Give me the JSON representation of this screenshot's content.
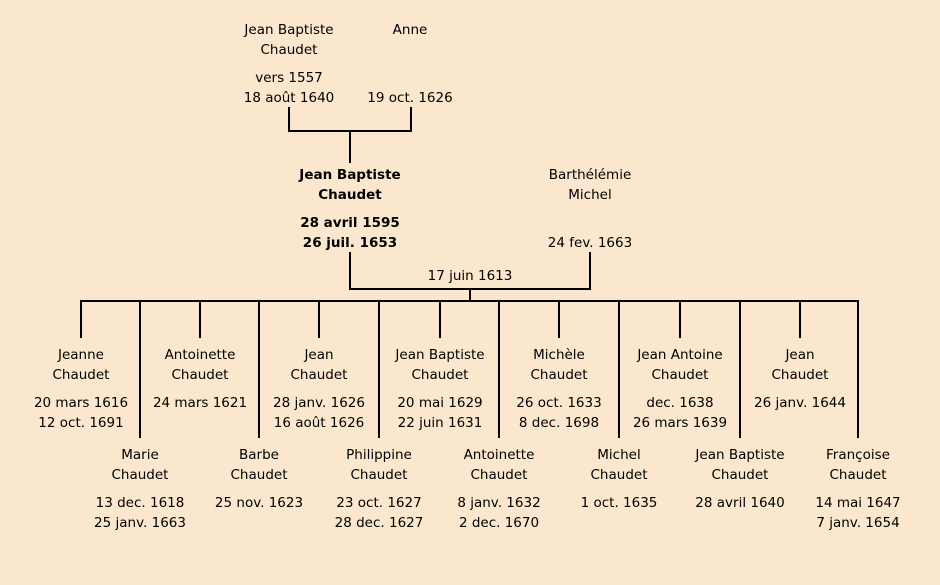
{
  "colors": {
    "background": "#fbe7cd",
    "line": "#000000",
    "text": "#000000"
  },
  "gen1": {
    "father": {
      "name1": "Jean Baptiste",
      "name2": "Chaudet",
      "birth": "vers 1557",
      "death": "18 août 1640"
    },
    "mother": {
      "name1": "Anne",
      "name2": "",
      "birth": "",
      "death": "19 oct. 1626"
    }
  },
  "gen2": {
    "father": {
      "name1": "Jean Baptiste",
      "name2": "Chaudet",
      "birth": "28 avril 1595",
      "death": "26 juil. 1653"
    },
    "mother": {
      "name1": "Barthélémie",
      "name2": "Michel",
      "birth": "",
      "death": "24 fev. 1663"
    },
    "marriage": "17 juin 1613"
  },
  "children_upper": [
    {
      "name1": "Jeanne",
      "name2": "Chaudet",
      "birth": "20 mars 1616",
      "death": "12 oct. 1691"
    },
    {
      "name1": "Antoinette",
      "name2": "Chaudet",
      "birth": "24 mars 1621",
      "death": ""
    },
    {
      "name1": "Jean",
      "name2": "Chaudet",
      "birth": "28 janv. 1626",
      "death": "16 août 1626"
    },
    {
      "name1": "Jean Baptiste",
      "name2": "Chaudet",
      "birth": "20 mai 1629",
      "death": "22 juin 1631"
    },
    {
      "name1": "Michèle",
      "name2": "Chaudet",
      "birth": "26 oct. 1633",
      "death": "8 dec. 1698"
    },
    {
      "name1": "Jean Antoine",
      "name2": "Chaudet",
      "birth": "dec. 1638",
      "death": "26 mars 1639"
    },
    {
      "name1": "Jean",
      "name2": "Chaudet",
      "birth": "26 janv. 1644",
      "death": ""
    }
  ],
  "children_lower": [
    {
      "name1": "Marie",
      "name2": "Chaudet",
      "birth": "13 dec. 1618",
      "death": "25 janv. 1663"
    },
    {
      "name1": "Barbe",
      "name2": "Chaudet",
      "birth": "25 nov. 1623",
      "death": ""
    },
    {
      "name1": "Philippine",
      "name2": "Chaudet",
      "birth": "23 oct. 1627",
      "death": "28 dec. 1627"
    },
    {
      "name1": "Antoinette",
      "name2": "Chaudet",
      "birth": "8 janv. 1632",
      "death": "2 dec. 1670"
    },
    {
      "name1": "Michel",
      "name2": "Chaudet",
      "birth": "1 oct. 1635",
      "death": ""
    },
    {
      "name1": "Jean Baptiste",
      "name2": "Chaudet",
      "birth": "28 avril 1640",
      "death": ""
    },
    {
      "name1": "Françoise",
      "name2": "Chaudet",
      "birth": "14 mai 1647",
      "death": "7 janv. 1654"
    }
  ]
}
